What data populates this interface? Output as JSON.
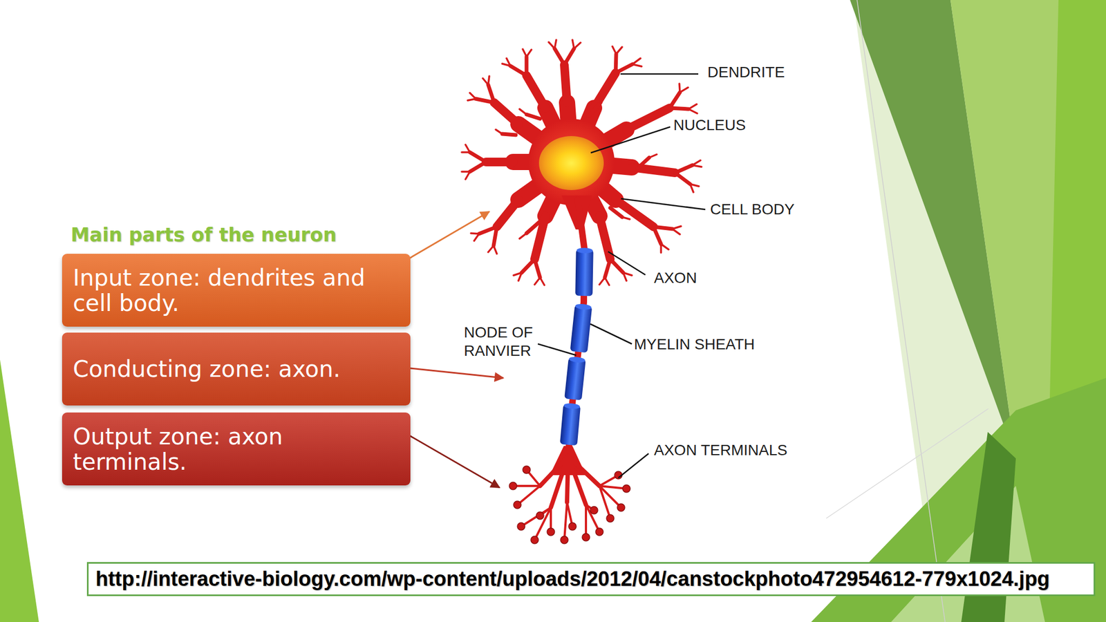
{
  "diagram": {
    "title": "Main parts of the neuron",
    "nodes": [
      {
        "text": [
          "Input zone: dendrites and cell body."
        ]
      },
      {
        "text": [
          "Conducting zone: axon."
        ]
      },
      {
        "text": [
          "Output zone: axon terminals."
        ]
      },
      {
        "text": [
          "http://interactive-biology.com/wp-content/uploads/2012/04/canstockphoto472954612-779x1024.jpg"
        ]
      }
    ],
    "labels": [
      "DENDRITE",
      "NUCLEUS",
      "CELL BODY",
      "AXON",
      "NODE OF RANVIER",
      "MYELIN SHEATH",
      "AXON TERMINALS"
    ]
  }
}
